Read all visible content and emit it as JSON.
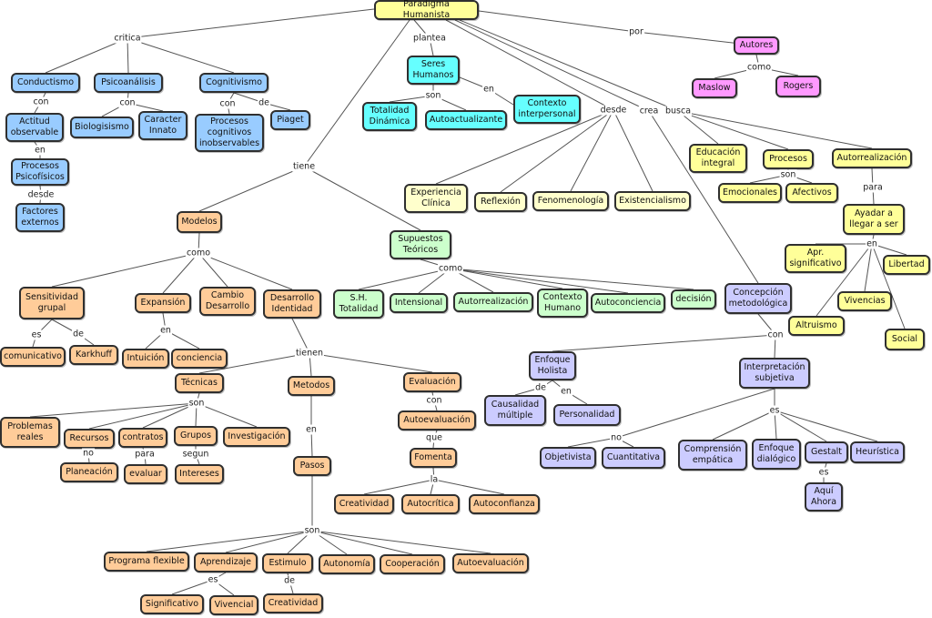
{
  "colors": {
    "yellow": "#ffff99",
    "cream": "#ffffcc",
    "blue": "#99ccff",
    "cyan": "#66ffff",
    "green": "#ccffcc",
    "orange": "#ffcc99",
    "lavender": "#ccccff",
    "pink": "#ff99ff",
    "line": "#555555"
  },
  "nodes": {
    "root": "Paradigma Humanista",
    "autores": "Autores",
    "maslow": "Maslow",
    "rogers": "Rogers",
    "conductismo": "Conductismo",
    "psicoanalisis": "Psicoanálisis",
    "cognitivismo": "Cognitivismo",
    "actitud": "Actitud\nobservable",
    "procesos_psico": "Procesos\nPsicofísicos",
    "factores": "Factores\nexternos",
    "biologisismo": "Biologisismo",
    "caracter": "Caracter\nInnato",
    "procesos_cog": "Procesos\ncognitivos\ninobservables",
    "piaget": "Piaget",
    "seres": "Seres\nHumanos",
    "totalidad": "Totalidad\nDinámica",
    "autoactualizante": "Autoactualizante",
    "contexto_int": "Contexto\ninterpersonal",
    "experiencia": "Experiencia\nClínica",
    "reflexion": "Reflexión",
    "fenomenologia": "Fenomenología",
    "existencialismo": "Existencialismo",
    "educacion": "Educación\nintegral",
    "procesos": "Procesos",
    "emocionales": "Emocionales",
    "afectivos": "Afectivos",
    "autorrealizacion_b": "Autorrealización",
    "ayudar": "Ayadar a\nllegar a ser",
    "apr": "Apr.\nsignificativo",
    "libertad": "Libertad",
    "vivencias": "Vivencias",
    "altruismo": "Altruismo",
    "social": "Social",
    "modelos": "Modelos",
    "sensibilidad": "Sensitividad\ngrupal",
    "expansion": "Expansión",
    "cambio": "Cambio\nDesarrollo",
    "desarrollo": "Desarrollo\nIdentidad",
    "comunicativo": "comunicativo",
    "karkhuff": "Karkhuff",
    "intuicion": "Intuición",
    "conciencia": "conciencia",
    "supuestos": "Supuestos\nTeóricos",
    "sh": "S.H.\nTotalidad",
    "intensional": "Intensional",
    "autorrealizacion_g": "Autorrealización",
    "contexto_hum": "Contexto\nHumano",
    "autoconciencia": "Autoconciencia",
    "decision": "decisión",
    "concepcion": "Concepción\nmetodológica",
    "enfoque_holista": "Enfoque\nHolista",
    "causalidad": "Causalidad\nmúltiple",
    "personalidad": "Personalidad",
    "interpretacion": "Interpretación\nsubjetiva",
    "objetivista": "Objetivista",
    "cuantitativa": "Cuantitativa",
    "comprension": "Comprensión\nempática",
    "enfoque_dia": "Enfoque\ndialógico",
    "gestalt": "Gestalt",
    "heuristica": "Heurística",
    "aqui": "Aquí\nAhora",
    "tecnicas": "Técnicas",
    "metodos": "Metodos",
    "evaluacion": "Evaluación",
    "problemas": "Problemas\nreales",
    "recursos": "Recursos",
    "contratos": "contratos",
    "grupos": "Grupos",
    "investigacion": "Investigación",
    "planeacion": "Planeación",
    "evaluar": "evaluar",
    "intereses": "Intereses",
    "pasos": "Pasos",
    "programa": "Programa flexible",
    "aprendizaje": "Aprendizaje",
    "estimulo": "Estimulo",
    "autonomia": "Autonomía",
    "cooperacion": "Cooperación",
    "autoevaluacion_p": "Autoevaluación",
    "significativo": "Significativo",
    "vivencial": "Vivencial",
    "creatividad_p": "Creatividad",
    "autoevaluacion_e": "Autoevaluación",
    "fomenta": "Fomenta",
    "creatividad_e": "Creatividad",
    "autocritica": "Autocrítica",
    "autoconfianza": "Autoconfianza"
  },
  "link_labels": {
    "critica": "critica",
    "plantea": "plantea",
    "por": "por",
    "como_autores": "como",
    "con_conductismo": "con",
    "en_actitud": "en",
    "desde_procesos": "desde",
    "con_psico": "con",
    "con_cog": "con",
    "de_cog": "de",
    "son_seres": "son",
    "en_seres": "en",
    "desde": "desde",
    "crea": "crea",
    "busca": "busca",
    "son_procesos": "son",
    "para": "para",
    "en_ayudar": "en",
    "tiene": "tiene",
    "como_modelos": "como",
    "es_sens": "es",
    "de_sens": "de",
    "en_exp": "en",
    "como_sup": "como",
    "con_concepcion": "con",
    "de_holista": "de",
    "en_holista": "en",
    "no_interp": "no",
    "es_interp": "es",
    "es_gestalt": "es",
    "tienen": "tienen",
    "son_tecnicas": "son",
    "no_recursos": "no",
    "para_contratos": "para",
    "segun_grupos": "segun",
    "en_metodos": "en",
    "son_pasos": "son",
    "es_aprendizaje": "es",
    "de_estimulo": "de",
    "con_evaluacion": "con",
    "que": "que",
    "la": "la"
  }
}
